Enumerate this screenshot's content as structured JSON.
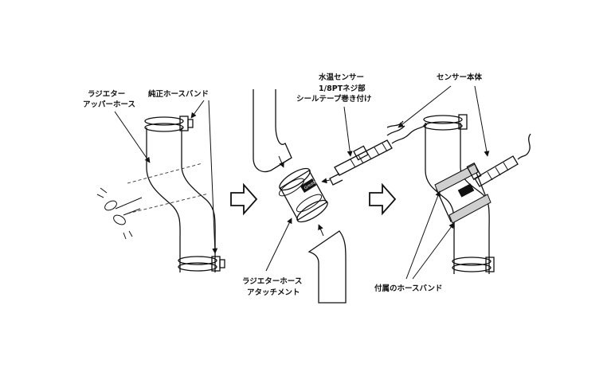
{
  "labels": {
    "radiator_upper_hose_line1": "ラジエター",
    "radiator_upper_hose_line2": "アッパーホース",
    "genuine_hose_band": "純正ホースバンド",
    "water_temp_sensor_line1": "水温センサー",
    "water_temp_sensor_line2": "1/8PTネジ部",
    "water_temp_sensor_line3": "シールテープ巻き付け",
    "sensor_body": "センサー本体",
    "radiator_hose_attachment_line1": "ラジエターホース",
    "radiator_hose_attachment_line2": "アタッチメント",
    "included_hose_band": "付属のホースバンド",
    "attachment_logo": "Greddy"
  },
  "colors": {
    "ink": "#111111",
    "band_fill": "#cfcfcf",
    "background": "#ffffff"
  },
  "icons": {
    "cut": "scissors-icon",
    "step": "hollow-right-arrow-icon"
  }
}
